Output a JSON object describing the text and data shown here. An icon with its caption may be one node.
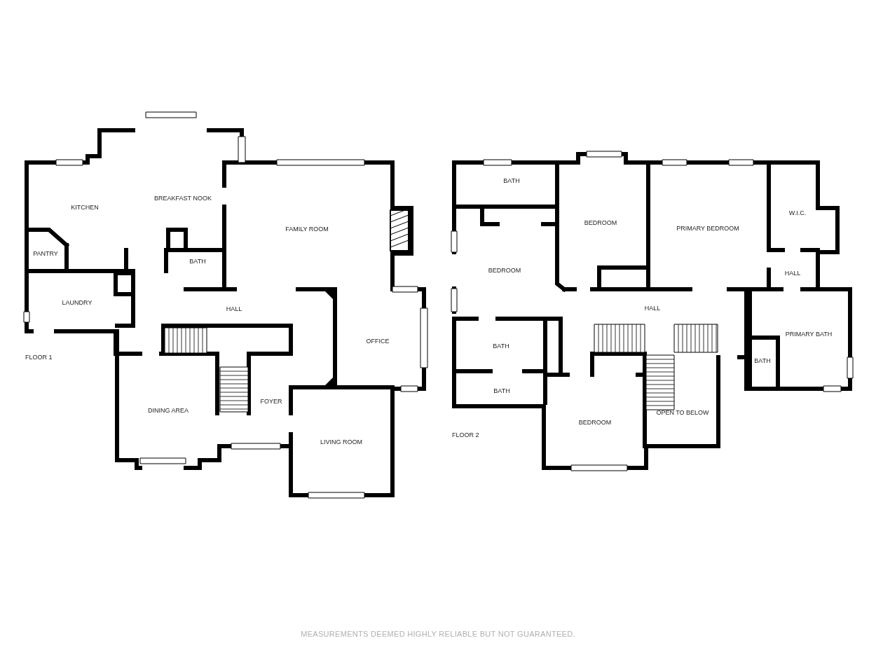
{
  "diagram": {
    "labels": [
      "KITCHEN",
      "BREAKFAST NOOK",
      "FAMILY ROOM",
      "PANTRY",
      "BATH",
      "LAUNDRY",
      "HALL",
      "OFFICE",
      "FLOOR 1",
      "DINING AREA",
      "FOYER",
      "LIVING ROOM",
      "BATH",
      "BEDROOM",
      "PRIMARY BEDROOM",
      "W.I.C.",
      "BEDROOM",
      "HALL",
      "HALL",
      "PRIMARY BATH",
      "BATH",
      "BATH",
      "BATH",
      "BEDROOM",
      "OPEN TO BELOW",
      "FLOOR 2",
      "MEASUREMENTS DEEMED HIGHLY RELIABLE BUT NOT GUARANTEED."
    ]
  }
}
